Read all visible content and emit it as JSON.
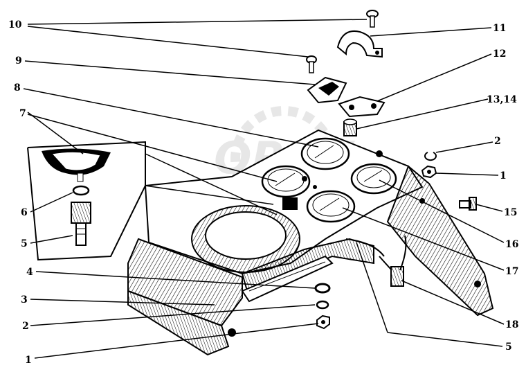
{
  "watermark": {
    "text": "ORBX",
    "color": "#bdbdbd"
  },
  "line_color": "#000000",
  "callouts": [
    {
      "id": "10",
      "text": "10"
    },
    {
      "id": "11",
      "text": "11"
    },
    {
      "id": "12",
      "text": "12"
    },
    {
      "id": "9",
      "text": "9"
    },
    {
      "id": "8",
      "text": "8"
    },
    {
      "id": "13-14",
      "text": "13,14"
    },
    {
      "id": "7",
      "text": "7"
    },
    {
      "id": "2a",
      "text": "2"
    },
    {
      "id": "1a",
      "text": "1"
    },
    {
      "id": "6",
      "text": "6"
    },
    {
      "id": "15",
      "text": "15"
    },
    {
      "id": "5a",
      "text": "5"
    },
    {
      "id": "16",
      "text": "16"
    },
    {
      "id": "4",
      "text": "4"
    },
    {
      "id": "17",
      "text": "17"
    },
    {
      "id": "3",
      "text": "3"
    },
    {
      "id": "2b",
      "text": "2"
    },
    {
      "id": "18",
      "text": "18"
    },
    {
      "id": "5b",
      "text": "5"
    },
    {
      "id": "1b",
      "text": "1"
    }
  ]
}
